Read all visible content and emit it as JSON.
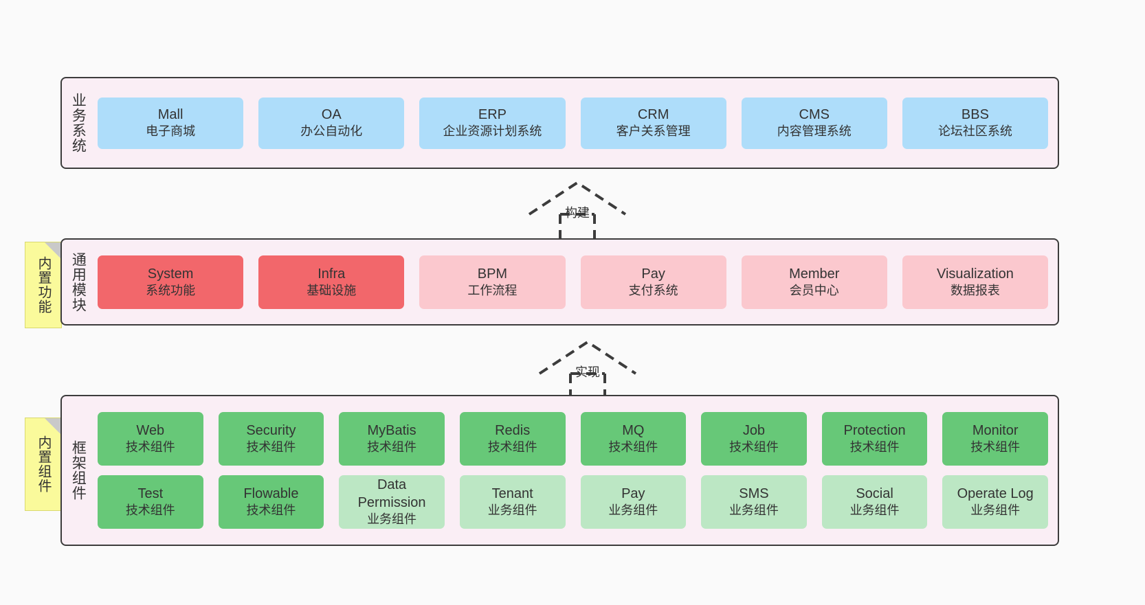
{
  "diagram": {
    "title": "",
    "background_color": "#FAFAFA",
    "band_color": "#FAEEF5",
    "border_color": "#3C3C3C"
  },
  "layers": [
    {
      "id": "business",
      "label": "业务系统",
      "rows": [
        {
          "cards": [
            {
              "en": "Mall",
              "cn": "电子商城",
              "color": "#AEDDFA"
            },
            {
              "en": "OA",
              "cn": "办公自动化",
              "color": "#AEDDFA"
            },
            {
              "en": "ERP",
              "cn": "企业资源计划系统",
              "color": "#AEDDFA"
            },
            {
              "en": "CRM",
              "cn": "客户关系管理",
              "color": "#AEDDFA"
            },
            {
              "en": "CMS",
              "cn": "内容管理系统",
              "color": "#AEDDFA"
            },
            {
              "en": "BBS",
              "cn": "论坛社区系统",
              "color": "#AEDDFA"
            }
          ]
        }
      ]
    },
    {
      "id": "common",
      "label": "通用模块",
      "note": "内置功能",
      "rows": [
        {
          "cards": [
            {
              "en": "System",
              "cn": "系统功能",
              "color": "#F2676B"
            },
            {
              "en": "Infra",
              "cn": "基础设施",
              "color": "#F2676B"
            },
            {
              "en": "BPM",
              "cn": "工作流程",
              "color": "#FBC8CE"
            },
            {
              "en": "Pay",
              "cn": "支付系统",
              "color": "#FBC8CE"
            },
            {
              "en": "Member",
              "cn": "会员中心",
              "color": "#FBC8CE"
            },
            {
              "en": "Visualization",
              "cn": "数据报表",
              "color": "#FBC8CE"
            }
          ]
        }
      ]
    },
    {
      "id": "framework",
      "label": "框架组件",
      "note": "内置组件",
      "rows": [
        {
          "cards": [
            {
              "en": "Web",
              "cn": "技术组件",
              "color": "#67C878"
            },
            {
              "en": "Security",
              "cn": "技术组件",
              "color": "#67C878"
            },
            {
              "en": "MyBatis",
              "cn": "技术组件",
              "color": "#67C878"
            },
            {
              "en": "Redis",
              "cn": "技术组件",
              "color": "#67C878"
            },
            {
              "en": "MQ",
              "cn": "技术组件",
              "color": "#67C878"
            },
            {
              "en": "Job",
              "cn": "技术组件",
              "color": "#67C878"
            },
            {
              "en": "Protection",
              "cn": "技术组件",
              "color": "#67C878"
            },
            {
              "en": "Monitor",
              "cn": "技术组件",
              "color": "#67C878"
            }
          ]
        },
        {
          "cards": [
            {
              "en": "Test",
              "cn": "技术组件",
              "color": "#67C878"
            },
            {
              "en": "Flowable",
              "cn": "技术组件",
              "color": "#67C878"
            },
            {
              "en": "Data Permission",
              "cn": "业务组件",
              "color": "#BCE7C4"
            },
            {
              "en": "Tenant",
              "cn": "业务组件",
              "color": "#BCE7C4"
            },
            {
              "en": "Pay",
              "cn": "业务组件",
              "color": "#BCE7C4"
            },
            {
              "en": "SMS",
              "cn": "业务组件",
              "color": "#BCE7C4"
            },
            {
              "en": "Social",
              "cn": "业务组件",
              "color": "#BCE7C4"
            },
            {
              "en": "Operate Log",
              "cn": "业务组件",
              "color": "#BCE7C4"
            }
          ]
        }
      ]
    }
  ],
  "arrows": [
    {
      "id": "build",
      "label": "构建",
      "style": "dashed-hollow-triangle",
      "direction": "up"
    },
    {
      "id": "realize",
      "label": "实现",
      "style": "dashed-hollow-triangle",
      "direction": "up"
    }
  ]
}
